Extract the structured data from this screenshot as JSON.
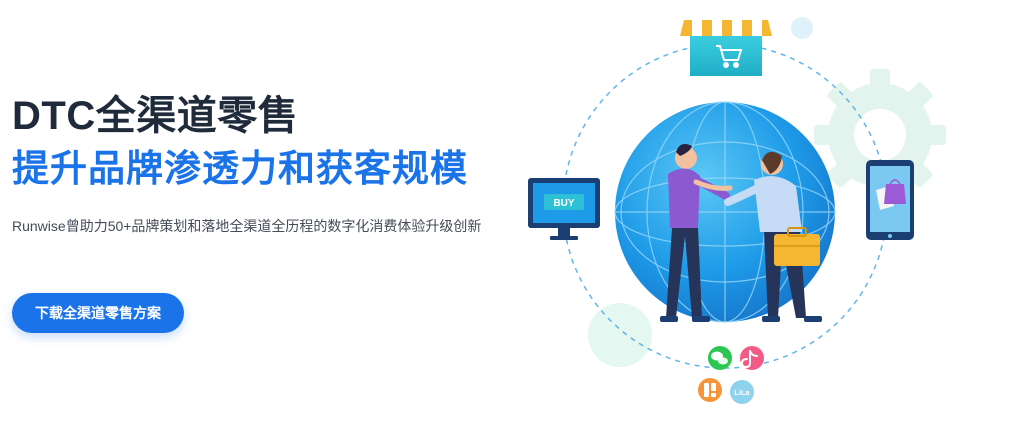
{
  "hero": {
    "title": "DTC全渠道零售",
    "subtitle": "提升品牌渗透力和获客规模",
    "description": "Runwise曾助力50+品牌策划和落地全渠道全历程的数字化消费体验升级创新",
    "cta_label": "下载全渠道零售方案"
  },
  "illustration": {
    "monitor_button_label": "BUY",
    "app_badge_label": "LiLa",
    "colors": {
      "globe": "#1e9be8",
      "accent": "#1a73e8",
      "teal": "#2ec1d6",
      "awning_yellow": "#f5b731"
    }
  }
}
